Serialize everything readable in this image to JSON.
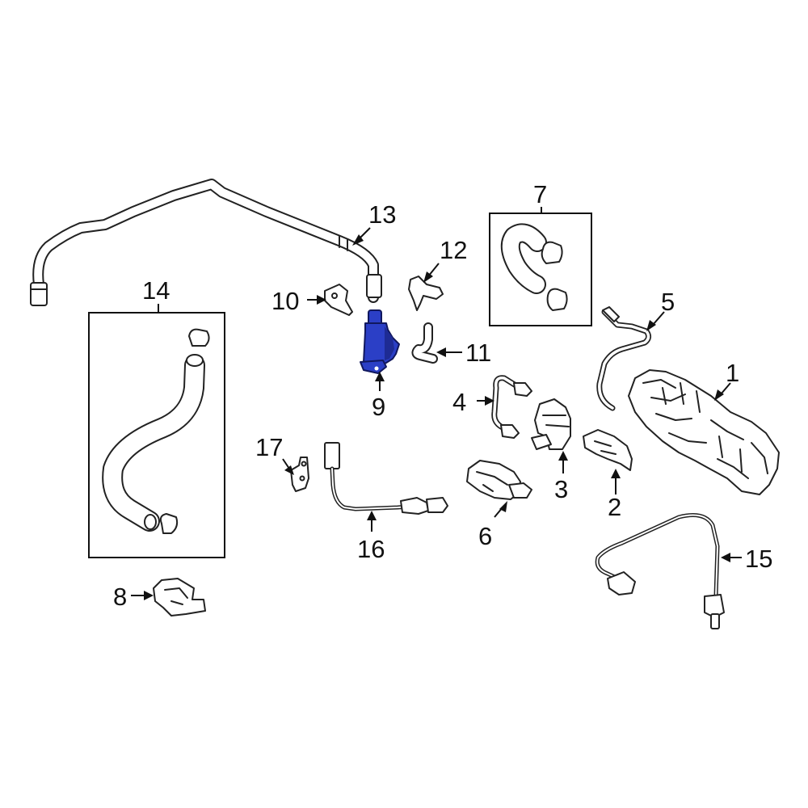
{
  "diagram": {
    "callouts": [
      "1",
      "2",
      "3",
      "4",
      "5",
      "6",
      "7",
      "8",
      "9",
      "10",
      "11",
      "12",
      "13",
      "14",
      "15",
      "16",
      "17"
    ],
    "highlight_color": "#2b3fc6",
    "highlighted_part": "9"
  }
}
